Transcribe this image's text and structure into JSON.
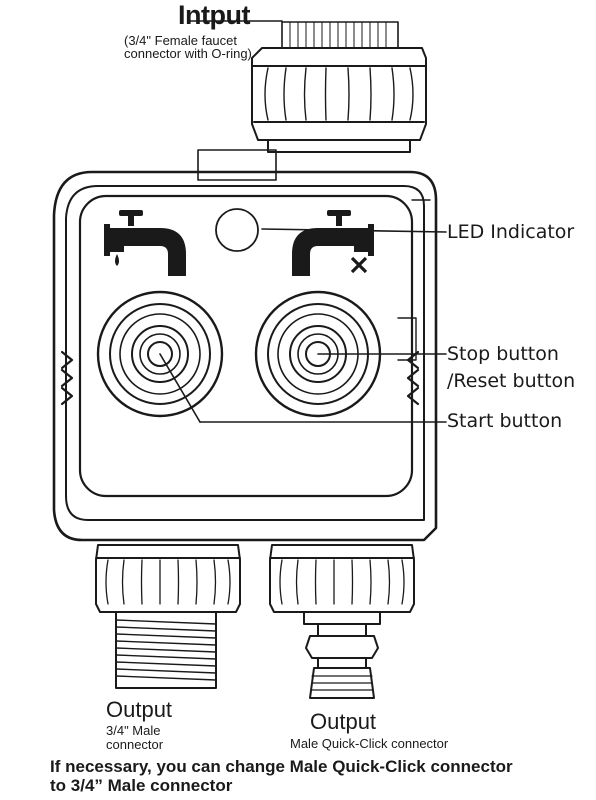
{
  "input": {
    "title": "Intput",
    "desc_line1": "(3/4\" Female faucet",
    "desc_line2": "connector with O-ring)"
  },
  "callouts": {
    "led": "LED Indicator",
    "stop": "Stop button",
    "reset": "/Reset button",
    "start": "Start button"
  },
  "output_left": {
    "title": "Output",
    "line1": "3/4\" Male",
    "line2": "connector"
  },
  "output_right": {
    "title": "Output",
    "line1": "Male Quick-Click connector"
  },
  "note": {
    "line1": "If necessary, you can change Male Quick-Click connector",
    "line2": "to 3/4” Male connector"
  },
  "icons": [
    "tap-water-on-icon",
    "tap-water-off-icon"
  ],
  "colors": {
    "line": "#1a1a1a",
    "background": "#ffffff"
  }
}
